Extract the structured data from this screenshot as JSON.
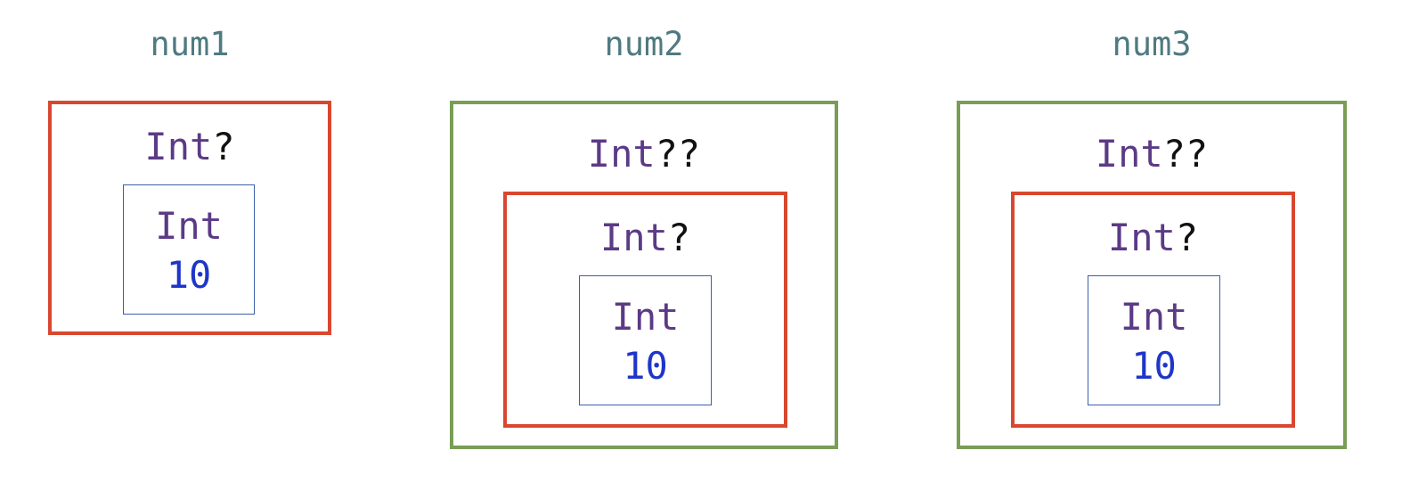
{
  "colors": {
    "label": "#4f7a80",
    "type_name": "#5b3a86",
    "suffix": "#111111",
    "value": "#1e36c8",
    "optional_border": "#d9472f",
    "double_optional_border": "#7a9d55",
    "inner_border": "#3c5fa8"
  },
  "columns": [
    {
      "label": "num1",
      "outer": {
        "type": "Int",
        "suffix": "?"
      },
      "inner": {
        "type": "Int",
        "value": "10"
      }
    },
    {
      "label": "num2",
      "outer": {
        "type": "Int",
        "suffix": "??"
      },
      "middle": {
        "type": "Int",
        "suffix": "?"
      },
      "inner": {
        "type": "Int",
        "value": "10"
      }
    },
    {
      "label": "num3",
      "outer": {
        "type": "Int",
        "suffix": "??"
      },
      "middle": {
        "type": "Int",
        "suffix": "?"
      },
      "inner": {
        "type": "Int",
        "value": "10"
      }
    }
  ]
}
